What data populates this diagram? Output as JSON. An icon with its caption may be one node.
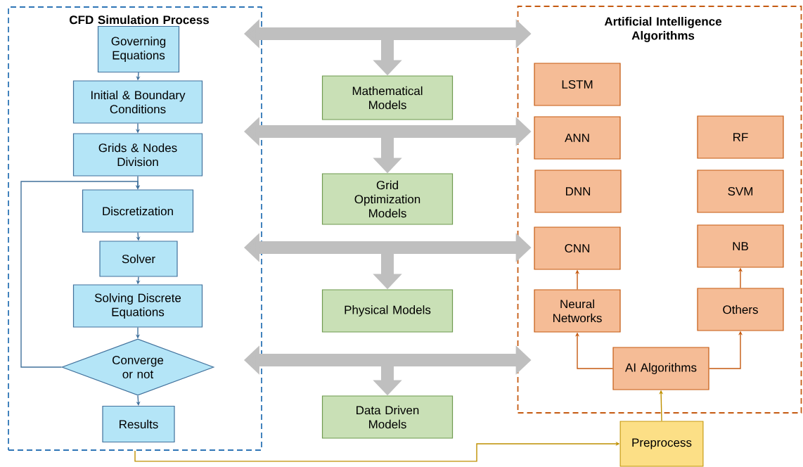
{
  "diagram": {
    "nodes": [
      {
        "text": [
          "CFD Simulation Process"
        ]
      },
      {
        "text": [
          "Governing Equations"
        ],
        "in": 0
      },
      {
        "text": [
          "Initial & Boundary Conditions"
        ],
        "in": 0
      },
      {
        "text": [
          "Grids & Nodes Division"
        ],
        "in": 0
      },
      {
        "text": [
          "Discretization"
        ],
        "in": 0
      },
      {
        "text": [
          "Solver"
        ],
        "in": 0
      },
      {
        "text": [
          "Solving Discrete Equations"
        ],
        "in": 0
      },
      {
        "text": [
          "Converge or not"
        ],
        "in": 0
      },
      {
        "text": [
          "Results"
        ],
        "in": 0
      },
      {
        "text": [
          "Mathematical Models"
        ]
      },
      {
        "text": [
          "Grid Optimization Models"
        ]
      },
      {
        "text": [
          "Physical Models"
        ]
      },
      {
        "text": [
          "Data Driven Models"
        ]
      },
      {
        "text": [
          "Artificial Intelligence Algorithms"
        ]
      },
      {
        "text": [
          "LSTM"
        ],
        "in": 13
      },
      {
        "text": [
          "ANN"
        ],
        "in": 13
      },
      {
        "text": [
          "RF"
        ],
        "in": 13
      },
      {
        "text": [
          "DNN"
        ],
        "in": 13
      },
      {
        "text": [
          "SVM"
        ],
        "in": 13
      },
      {
        "text": [
          "CNN"
        ],
        "in": 13
      },
      {
        "text": [
          "NB"
        ],
        "in": 13
      },
      {
        "text": [
          "Neural Networks"
        ],
        "in": 13
      },
      {
        "text": [
          "Others"
        ],
        "in": 13
      },
      {
        "text": [
          "AI Algorithms"
        ],
        "in": 13
      },
      {
        "text": [
          "Preprocess"
        ]
      }
    ],
    "edges": [
      {
        "from": 1,
        "to": 2,
        "arrow": "to",
        "color": "#41719c"
      },
      {
        "from": 2,
        "to": 3,
        "arrow": "to",
        "color": "#41719c"
      },
      {
        "from": 3,
        "to": 4,
        "arrow": "to",
        "color": "#41719c"
      },
      {
        "from": 4,
        "to": 5,
        "arrow": "to",
        "color": "#41719c"
      },
      {
        "from": 5,
        "to": 6,
        "arrow": "to",
        "color": "#41719c"
      },
      {
        "from": 6,
        "to": 7,
        "arrow": "to",
        "color": "#41719c"
      },
      {
        "from": 7,
        "to": 8,
        "arrow": "to",
        "color": "#41719c"
      },
      {
        "from": 7,
        "to": 4,
        "arrow": "to",
        "color": "#41719c"
      },
      {
        "from": 0,
        "to": 13,
        "arrow": "both",
        "style": "thick",
        "color": "#bfbfbf"
      },
      {
        "from": null,
        "to": 9,
        "arrow": "to",
        "style": "thick",
        "color": "#bfbfbf"
      },
      {
        "from": 0,
        "to": 13,
        "arrow": "both",
        "style": "thick",
        "color": "#bfbfbf"
      },
      {
        "from": null,
        "to": 10,
        "arrow": "to",
        "style": "thick",
        "color": "#bfbfbf"
      },
      {
        "from": 0,
        "to": 13,
        "arrow": "both",
        "style": "thick",
        "color": "#bfbfbf"
      },
      {
        "from": null,
        "to": 11,
        "arrow": "to",
        "style": "thick",
        "color": "#bfbfbf"
      },
      {
        "from": 0,
        "to": 13,
        "arrow": "both",
        "style": "thick",
        "color": "#bfbfbf"
      },
      {
        "from": null,
        "to": 12,
        "arrow": "to",
        "style": "thick",
        "color": "#bfbfbf"
      },
      {
        "from": 0,
        "to": 24,
        "arrow": "to",
        "color": "#bf9000"
      },
      {
        "from": 24,
        "to": 23,
        "arrow": "to",
        "color": "#bf9000"
      },
      {
        "from": 23,
        "to": 21,
        "arrow": "to",
        "color": "#c55a11"
      },
      {
        "from": 23,
        "to": 22,
        "arrow": "to",
        "color": "#c55a11"
      },
      {
        "from": 21,
        "to": 19,
        "arrow": "to",
        "color": "#c55a11"
      },
      {
        "from": 22,
        "to": 20,
        "arrow": "to",
        "color": "#c55a11"
      }
    ]
  }
}
